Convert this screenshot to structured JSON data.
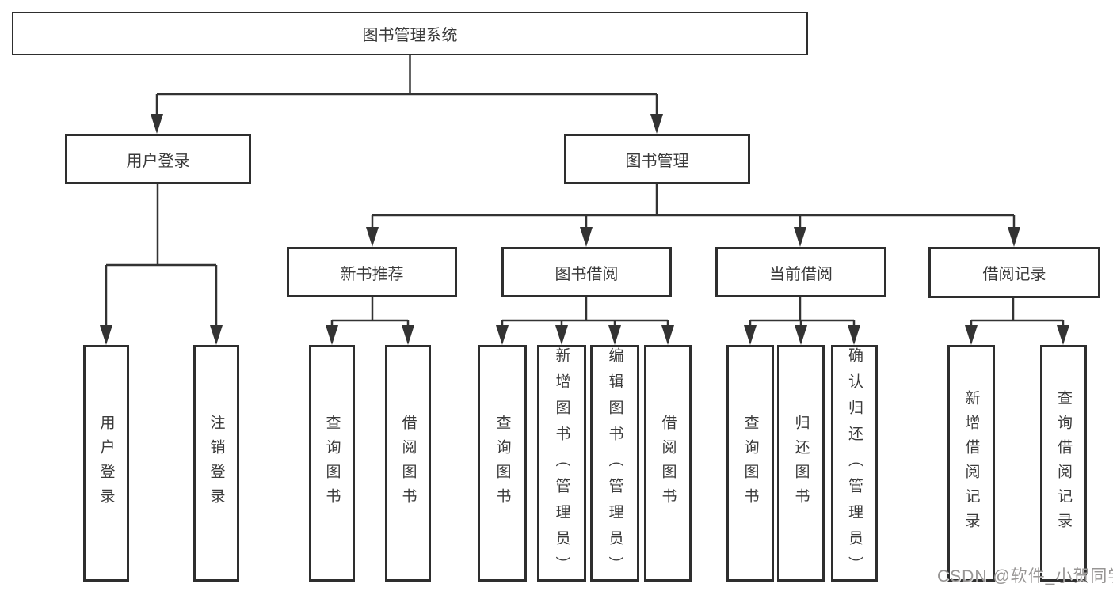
{
  "colors": {
    "line": "#333333",
    "box_border": "#2e2e2e",
    "text": "#3a3a3a",
    "background": "#ffffff",
    "watermark": "#979594"
  },
  "tree": {
    "root": {
      "label": "图书管理系统"
    },
    "groups": [
      {
        "label": "用户登录",
        "leaves": [
          "用户登录",
          "注销登录"
        ]
      },
      {
        "label": "图书管理",
        "sections": [
          {
            "label": "新书推荐",
            "leaves": [
              "查询图书",
              "借阅图书"
            ]
          },
          {
            "label": "图书借阅",
            "leaves": [
              "查询图书",
              "新增图书（管理员）",
              "编辑图书（管理员）",
              "借阅图书"
            ]
          },
          {
            "label": "当前借阅",
            "leaves": [
              "查询图书",
              "归还图书",
              "确认归还（管理员）"
            ]
          },
          {
            "label": "借阅记录",
            "leaves": [
              "新增借阅记录",
              "查询借阅记录"
            ]
          }
        ]
      }
    ]
  },
  "watermark": {
    "text": "CSDN @软件_小贺同学"
  }
}
